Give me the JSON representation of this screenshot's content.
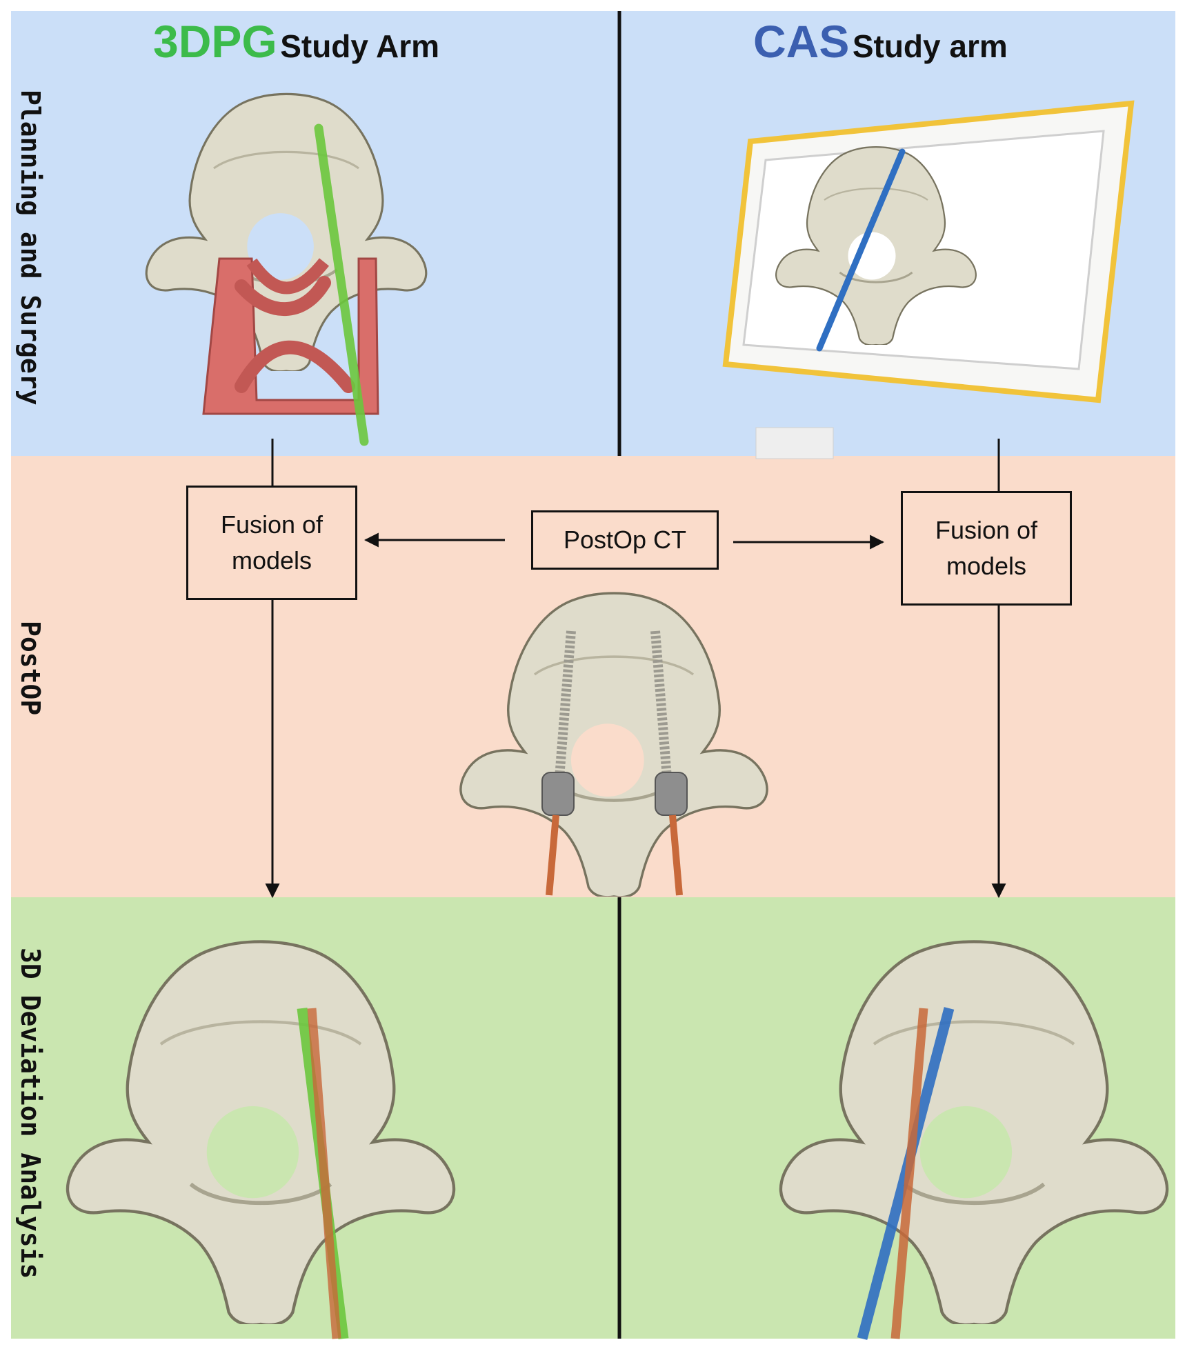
{
  "arms": {
    "left": {
      "highlight": "3DPG",
      "rest": "Study Arm",
      "color": "#3cbb4a"
    },
    "right": {
      "highlight": "CAS",
      "rest": "Study arm",
      "color": "#3b5fb0"
    }
  },
  "phases": {
    "planning": "Planning and Surgery",
    "postop": "PostOP",
    "deviation": "3D Deviation Analysis"
  },
  "boxes": {
    "fusion_left_line1": "Fusion of",
    "fusion_left_line2": "models",
    "postop_ct": "PostOp CT",
    "fusion_right_line1": "Fusion of",
    "fusion_right_line2": "models"
  },
  "colors": {
    "planning_bg": "#cbdff8",
    "postop_bg": "#fadccb",
    "deviation_bg": "#cae6b0",
    "bone": "#dfdccb",
    "guide": "#d96e6a",
    "planned_3dpg": "#6cc73e",
    "planned_cas": "#2f6fc2",
    "actual_screw": "#c8693a",
    "monitor_frame": "#f1c33a"
  }
}
